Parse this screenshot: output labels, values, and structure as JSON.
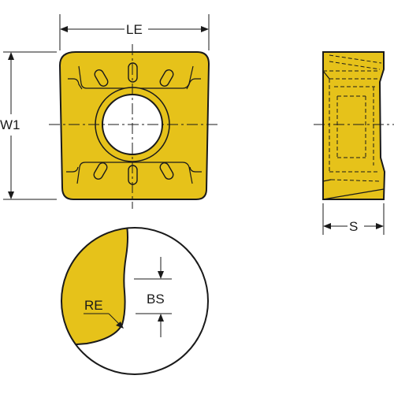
{
  "labels": {
    "le": "LE",
    "w1": "W1",
    "s": "S",
    "bs": "BS",
    "re": "RE"
  },
  "colors": {
    "insert_fill": "#e6c21a",
    "outline": "#1a1a1a",
    "background": "#ffffff"
  }
}
